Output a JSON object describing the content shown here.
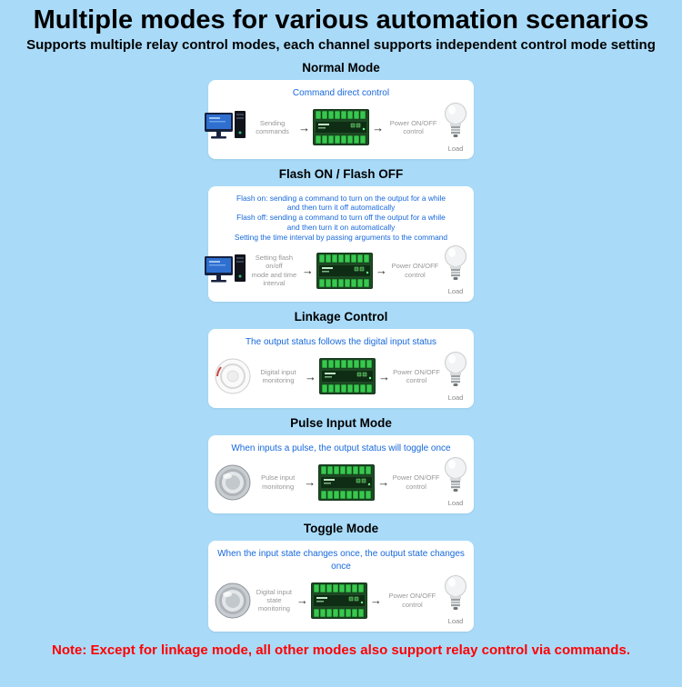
{
  "page": {
    "title": "Multiple modes for various automation scenarios",
    "subtitle": "Supports multiple relay control modes, each channel supports independent control mode setting",
    "note": "Note: Except for linkage mode, all other modes also support relay control via commands."
  },
  "colors": {
    "background": "#a9dbf9",
    "card": "#ffffff",
    "accent_blue": "#1668dc",
    "note_red": "#ff0000",
    "label_gray": "#979797"
  },
  "icons": {
    "arrow": "→"
  },
  "sections": [
    {
      "title": "Normal Mode",
      "description": "Command direct control",
      "left_device": "computer",
      "left_label": "Sending commands",
      "right_label": "Power ON/OFF control",
      "load_label": "Load"
    },
    {
      "title": "Flash ON / Flash OFF",
      "description": "Flash on: sending a command to turn on the output for a while\nand then turn it off automatically\nFlash off: sending a command to turn off the output for a while\nand then turn it on automatically\nSetting the time interval by passing arguments to the command",
      "left_device": "computer",
      "left_label": "Setting flash on/off\nmode and time interval",
      "right_label": "Power ON/OFF control",
      "load_label": "Load"
    },
    {
      "title": "Linkage Control",
      "description": "The output status follows the digital input status",
      "left_device": "digital-input-sensor",
      "left_label": "Digital input monitoring",
      "right_label": "Power ON/OFF control",
      "load_label": "Load"
    },
    {
      "title": "Pulse Input Mode",
      "description": "When inputs a pulse, the output status will toggle once",
      "left_device": "pulse-button",
      "left_label": "Pulse input monitoring",
      "right_label": "Power ON/OFF control",
      "load_label": "Load"
    },
    {
      "title": "Toggle Mode",
      "description": "When the input state changes once, the output state changes once",
      "left_device": "toggle-button",
      "left_label": "Digital input\nstate monitoring",
      "right_label": "Power ON/OFF control",
      "load_label": "Load"
    }
  ]
}
